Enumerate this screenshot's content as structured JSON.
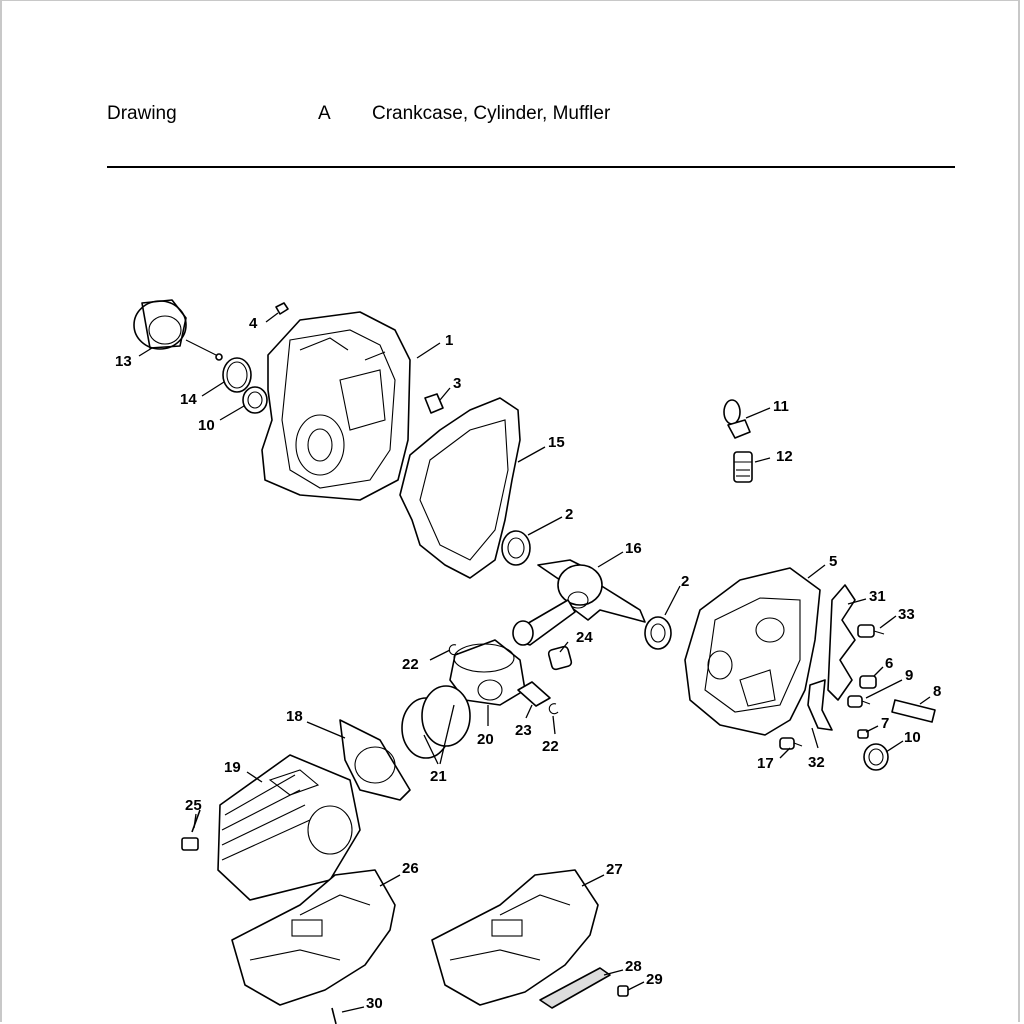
{
  "header": {
    "label": "Drawing",
    "code": "A",
    "title": "Crankcase, Cylinder, Muffler"
  },
  "callouts": [
    "1",
    "2",
    "3",
    "4",
    "5",
    "6",
    "7",
    "8",
    "9",
    "10",
    "11",
    "12",
    "13",
    "14",
    "15",
    "16",
    "17",
    "18",
    "19",
    "20",
    "21",
    "22",
    "23",
    "24",
    "25",
    "26",
    "27",
    "28",
    "29",
    "30",
    "31",
    "32",
    "33"
  ]
}
